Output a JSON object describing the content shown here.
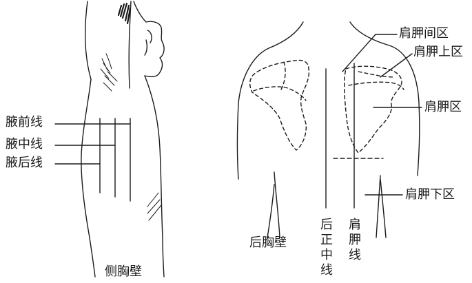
{
  "labels": {
    "axillary_anterior": "腋前线",
    "axillary_middle": "腋中线",
    "axillary_posterior": "腋后线",
    "lateral_chest_wall": "侧胸壁",
    "interscapular_region": "肩胛间区",
    "suprascapular_region": "肩胛上区",
    "scapular_region": "肩胛区",
    "infrascapular_region": "肩胛下区",
    "posterior_chest_wall": "后胸壁",
    "posterior_midline": "后正中线",
    "scapular_line": "肩胛线"
  },
  "colors": {
    "line": "#1a1a1a",
    "background": "#ffffff"
  }
}
